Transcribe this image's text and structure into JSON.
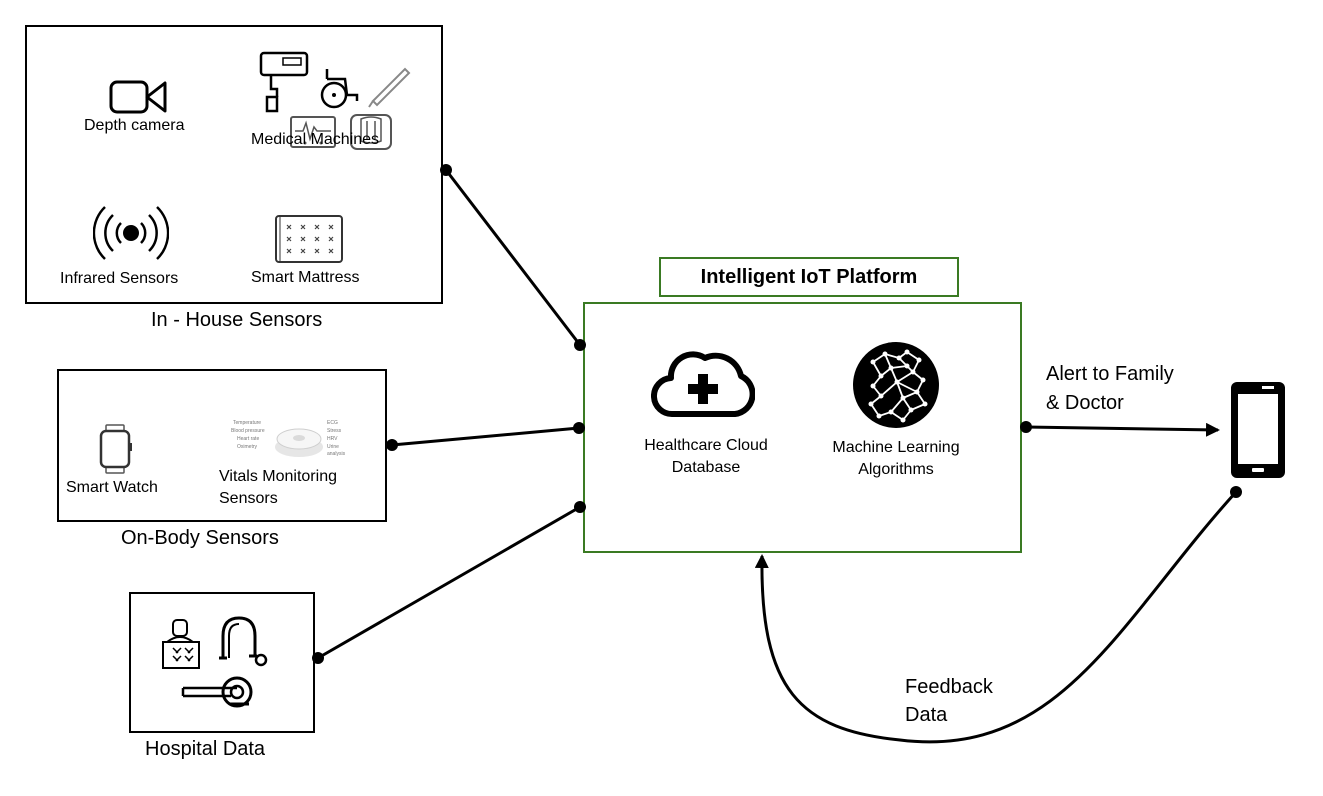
{
  "in_house": {
    "caption": "In - House Sensors",
    "items": {
      "depth_camera": "Depth camera",
      "medical_machines": "Medical Machines",
      "infrared_sensors": "Infrared Sensors",
      "smart_mattress": "Smart Mattress"
    }
  },
  "on_body": {
    "caption": "On-Body Sensors",
    "items": {
      "smart_watch": "Smart Watch",
      "vitals_line1": "Vitals Monitoring",
      "vitals_line2": "Sensors"
    },
    "vitals_image_text": {
      "left": [
        "Temperature",
        "Blood pressure",
        "Heart rate",
        "Oximetry"
      ],
      "right": [
        "ECG",
        "Stress",
        "HRV",
        "Urine",
        "analysis"
      ]
    }
  },
  "hospital": {
    "caption": "Hospital Data"
  },
  "platform": {
    "title": "Intelligent IoT Platform",
    "cloud_line1": "Healthcare Cloud",
    "cloud_line2": "Database",
    "ml_line1": "Machine Learning",
    "ml_line2": "Algorithms"
  },
  "alert": {
    "line1": "Alert to Family",
    "line2": "& Doctor"
  },
  "feedback": {
    "line1": "Feedback",
    "line2": "Data"
  },
  "colors": {
    "platform_border": "#3a7a23",
    "lines": "#000000"
  }
}
